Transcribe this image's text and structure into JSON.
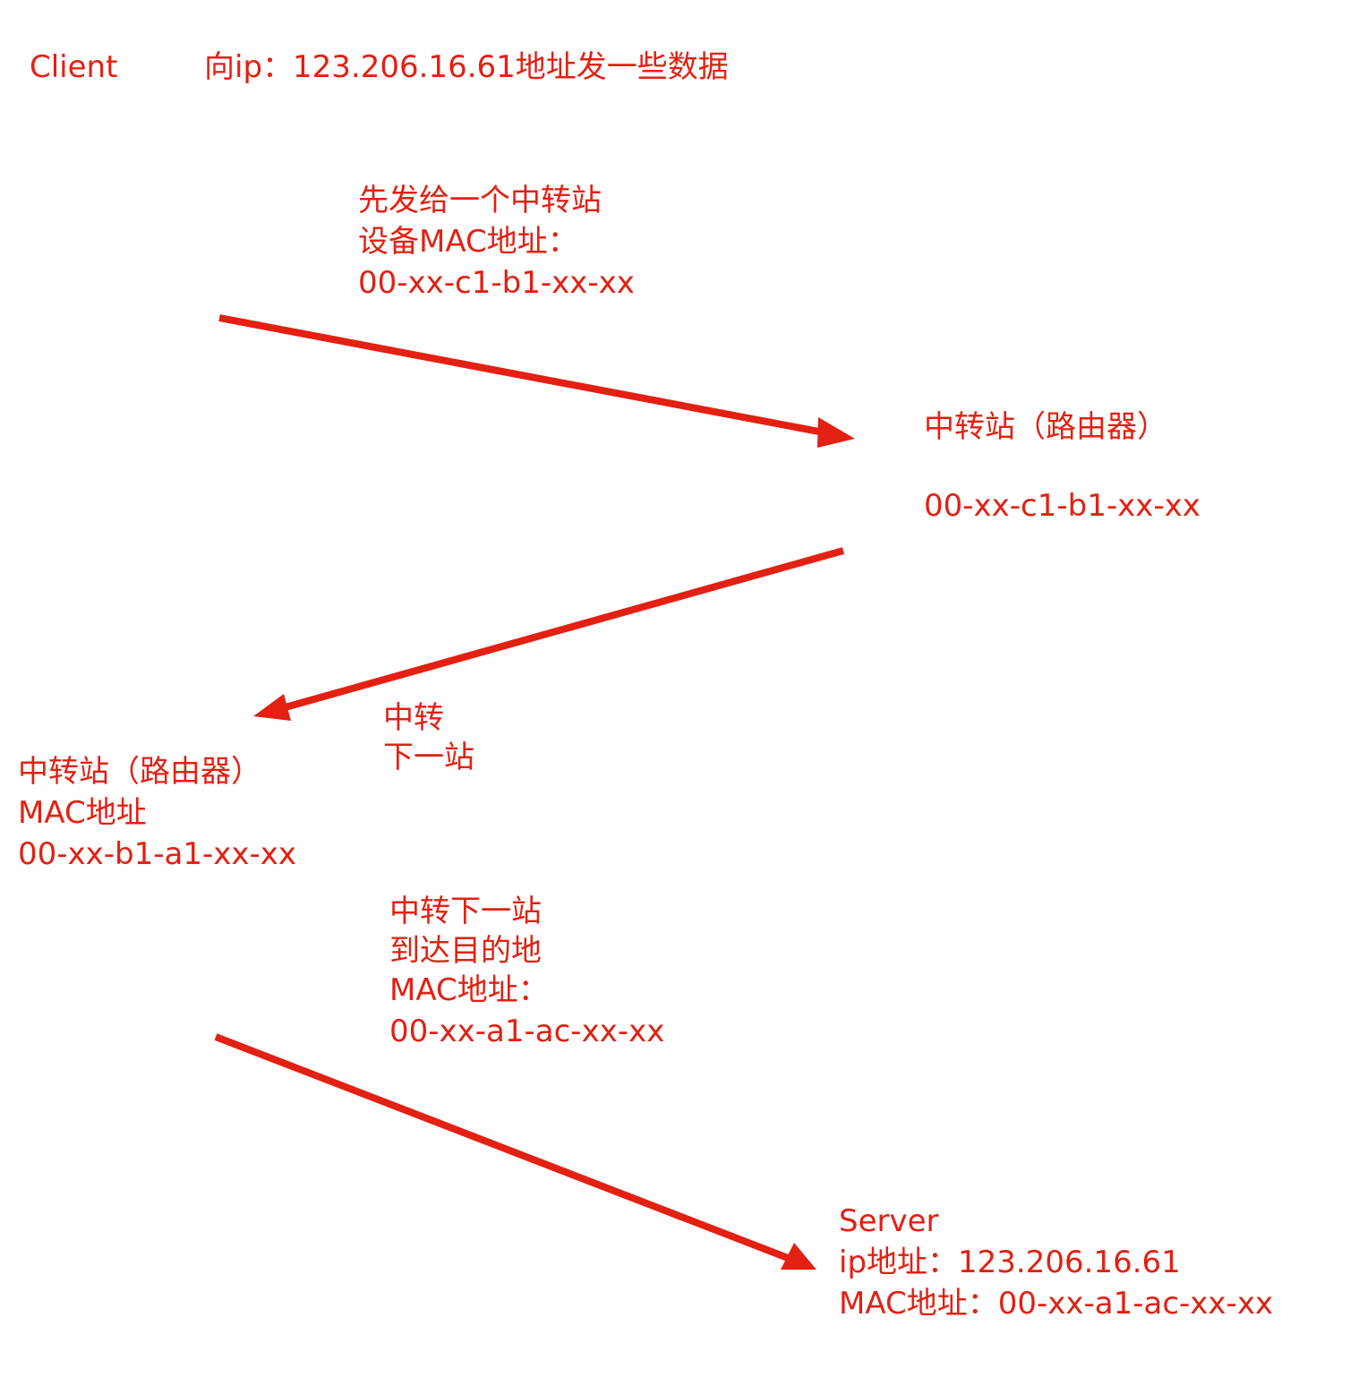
{
  "client": {
    "label": "Client",
    "action": "向ip：123.206.16.61地址发一些数据"
  },
  "step1": {
    "lines": [
      "先发给一个中转站",
      "设备MAC地址：",
      "00-xx-c1-b1-xx-xx"
    ]
  },
  "router1": {
    "lines": [
      "中转站（路由器）",
      "",
      "00-xx-c1-b1-xx-xx"
    ]
  },
  "step2": {
    "lines": [
      "中转",
      "下一站"
    ]
  },
  "router2": {
    "lines": [
      "中转站（路由器）",
      "MAC地址",
      "00-xx-b1-a1-xx-xx"
    ]
  },
  "step3": {
    "lines": [
      "中转下一站",
      "到达目的地",
      "MAC地址：",
      "00-xx-a1-ac-xx-xx"
    ]
  },
  "server": {
    "lines": [
      "Server",
      "ip地址：123.206.16.61",
      "MAC地址：00-xx-a1-ac-xx-xx"
    ]
  },
  "colors": {
    "accent": "#E32012"
  }
}
